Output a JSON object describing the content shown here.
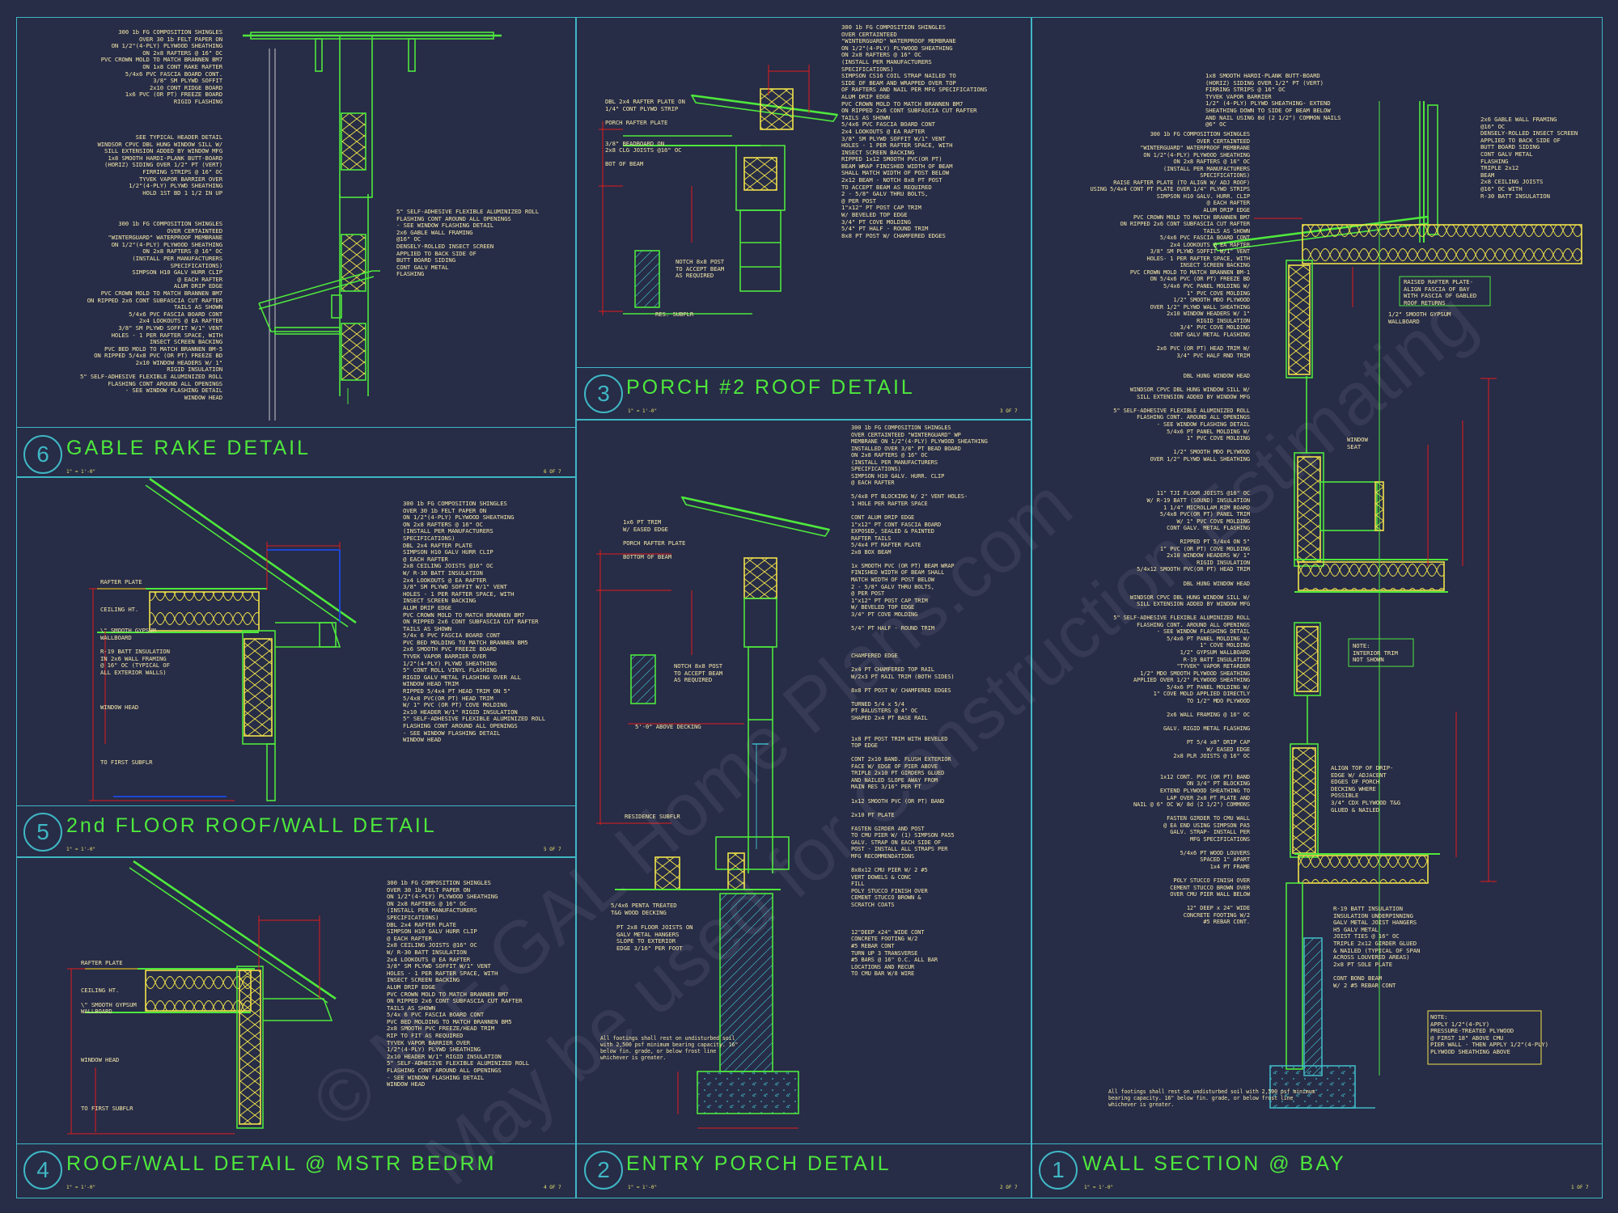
{
  "details": [
    {
      "num": "6",
      "title": "GABLE RAKE DETAIL",
      "scale": "1\" = 1'-0\"",
      "sheet": "6 OF 7"
    },
    {
      "num": "3",
      "title": "PORCH #2 ROOF DETAIL",
      "scale": "1\" = 1'-0\"",
      "sheet": "3 OF 7"
    },
    {
      "num": "5",
      "title": "2nd FLOOR ROOF/WALL DETAIL",
      "scale": "1\" = 1'-0\"",
      "sheet": "5 OF 7"
    },
    {
      "num": "4",
      "title": "ROOF/WALL DETAIL @ MSTR BEDRM",
      "scale": "1\" = 1'-0\"",
      "sheet": "4 OF 7"
    },
    {
      "num": "2",
      "title": "ENTRY PORCH DETAIL",
      "scale": "1\" = 1'-0\"",
      "sheet": "2 OF 7"
    },
    {
      "num": "1",
      "title": "WALL SECTION @ BAY",
      "scale": "1\" = 1'-0\"",
      "sheet": "1 OF 7"
    }
  ],
  "notes": {
    "d6_upper": "300 1b FG COMPOSITION SHINGLES\nOVER 30 1b FELT PAPER ON\nON 1/2\"(4-PLY) PLYWOOD SHEATHING\nON 2x8 RAFTERS @ 16\" OC\nPVC CROWN MOLD TO MATCH BRANNEN BM7\nON 1x8 CONT RAKE RAFTER\n5/4x6 PVC FASCIA BOARD CONT.\n3/8\" SM PLYWD SOFFIT\n2x10 CONT RIDGE BOARD\n1x6 PVC (OR PT) FREEZE BOARD\nRIGID FLASHING",
    "d6_mid": "SEE TYPICAL HEADER DETAIL\nWINDSOR CPVC DBL HUNG WINDOW SILL W/\nSILL EXTENSION ADDED BY WINDOW MFG\n1x8 SMOOTH HARDI-PLANK BUTT-BOARD\n(HORIZ) SIDING OVER 1/2\" PT (VERT)\nFIRRING STRIPS @ 16\" OC\nTYVEK VAPOR BARRIER OVER\n1/2\"(4-PLY) PLYWD SHEATHING\nHOLD 1ST BD 1 1/2 IN UP",
    "d6_lower": "300 1b FG COMPOSITION SHINGLES\nOVER CERTAINTEED\n\"WINTERGUARD\" WATERPROOF MEMBRANE\nON 1/2\"(4-PLY) PLYWOOD SHEATHING\nON 2x8 RAFTERS @ 16\" OC\n(INSTALL PER MANUFACTURERS\nSPECIFICATIONS)\nSIMPSON H10 GALV HURR CLIP\n@ EACH RAFTER\nALUM DRIP EDGE\nPVC CROWN MOLD TO MATCH BRANNEN BM7\nON RIPPED 2x6 CONT SUBFASCIA CUT RAFTER\nTAILS AS SHOWN\n5/4x6 PVC FASCIA BOARD CONT\n2x4 LOOKOUTS @ EA RAFTER\n3/8\" SM PLYWD SOFFIT W/1\" VENT\nHOLES - 1 PER RAFTER SPACE, WITH\nINSECT SCREEN BACKING\nPVC BED MOLD TO MATCH BRANNEN BM-5\nON RIPPED 5/4x8 PVC (OR PT) FREEZE BD\n2x10 WINDOW HEADERS W/ 1\"\nRIGID INSULATION\n5\" SELF-ADHESIVE FLEXIBLE ALUMINIZED ROLL\nFLASHING CONT AROUND ALL OPENINGS\n- SEE WINDOW FLASHING DETAIL\nWINDOW HEAD",
    "d6_right": "5\" SELF-ADHESIVE FLEXIBLE ALUMINIZED ROLL\nFLASHING CONT AROUND ALL OPENINGS\n- SEE WINDOW FLASHING DETAIL\n2x6 GABLE WALL FRAMING\n@16\" OC\nDENSELY-ROLLED INSECT SCREEN\nAPPLIED TO BACK SIDE OF\nBUTT BOARD SIDING\nCONT GALV METAL\nFLASHING",
    "d3_left": "DBL 2x4 RAFTER PLATE ON\n1/4\" CONT PLYWD STRIP\n\nPORCH RAFTER PLATE\n\n\n3/8\" BEADBOARD ON\n2x8 CLG JOISTS @16\" OC\n\nBOT OF BEAM",
    "d3_right": "300 1b FG COMPOSITION SHINGLES\nOVER CERTAINTEED\n\"WINTERGUARD\" WATERPROOF MEMBRANE\nON 1/2\"(4-PLY) PLYWOOD SHEATHING\nON 2x8 RAFTERS @ 16\" OC\n(INSTALL PER MANUFACTURERS\nSPECIFICATIONS)\nSIMPSON CS16 COIL STRAP NAILED TO\nSIDE OF BEAM AND WRAPPED OVER TOP\nOF RAFTERS AND NAIL PER MFG SPECIFICATIONS\nALUM DRIP EDGE\nPVC CROWN MOLD TO MATCH BRANNEN BM7\nON RIPPED 2x6 CONT SUBFASCIA CUT RAFTER\nTAILS AS SHOWN\n5/4x6 PVC FASCIA BOARD CONT\n2x4 LOOKOUTS @ EA RAFTER\n3/8\" SM PLYWD SOFFIT W/1\" VENT\nHOLES - 1 PER RAFTER SPACE, WITH\nINSECT SCREEN BACKING\nRIPPED 1x12 SMOOTH PVC(OR PT)\nBEAM WRAP FINISHED WIDTH OF BEAM\nSHALL MATCH WIDTH OF POST BELOW\n2x12 BEAM - NOTCH 8x8 PT POST\nTO ACCEPT BEAM AS REQUIRED\n2 - 5/8\" GALV THRU BOLTS,\n@ PER POST\n1\"x12\" PT POST CAP TRIM\nW/ BEVELED TOP EDGE\n3/4\" PT COVE MOLDING\n5/4\" PT HALF - ROUND TRIM\n8x8 PT POST W/ CHAMFERED EDGES",
    "d3_notch": "NOTCH 8x8 POST\nTO ACCEPT BEAM\nAS REQUIRED",
    "d3_bottom": "RES. SUBFLR",
    "d5_left": "RAFTER PLATE\n\n\n\nCEILING HT.\n\n\n\\\" SMOOTH GYPSUM\nWALLBOARD\n\nR-19 BATT INSULATION\nIN 2x6 WALL FRAMING\n@ 16\" OC (TYPICAL OF\nALL EXTERIOR WALLS)\n\n\n\n\nWINDOW HEAD\n\n\n\n\n\n\n\nTO FIRST SUBFLR",
    "d5_right": "300 1b FG COMPOSITION SHINGLES\nOVER 30 1b FELT PAPER ON\nON 1/2\"(4-PLY) PLYWOOD SHEATHING\nON 2x8 RAFTERS @ 16\" OC\n(INSTALL PER MANUFACTURERS\nSPECIFICATIONS)\nDBL 2x4 RAFTER PLATE\nSIMPSON H10 GALV HURR CLIP\n@ EACH RAFTER\n2x8 CEILING JOISTS @16\" OC\nW/ R-30 BATT INSULATION\n2x4 LOOKOUTS @ EA RAFTER\n3/8\" SM PLYWD SOFFIT W/1\" VENT\nHOLES - 1 PER RAFTER SPACE, WITH\nINSECT SCREEN BACKING\nALUM DRIP EDGE\nPVC CROWN MOLD TO MATCH BRANNEN BM7\nON RIPPED 2x6 CONT SUBFASCIA CUT RAFTER\nTAILS AS SHOWN\n5/4x 6 PVC FASCIA BOARD CONT\nPVC BED MOLDING TO MATCH BRANNEN BM5\n2x6 SMOOTH PVC FREEZE BOARD\nTYVEK VAPOR BARRIER OVER\n1/2\"(4-PLY) PLYWD SHEATHING\n5\" CONT ROLL VINYL FLASHING\nRIGID GALV METAL FLASHING OVER ALL\nWINDOW HEAD TRIM\nRIPPED 5/4x4 PT HEAD TRIM ON 5\"\n5/4x8 PVC(OR PT) HEAD TRIM\nW/ 1\" PVC (OR PT) COVE MOLDING\n2x10 HEADER W/1\" RIGID INSULATION\n5\" SELF-ADHESIVE FLEXIBLE ALUMINIZED ROLL\nFLASHING CONT AROUND ALL OPENINGS\n- SEE WINDOW FLASHING DETAIL\nWINDOW HEAD",
    "d4_left": "RAFTER PLATE\n\n\n\nCEILING HT.\n\n\\\" SMOOTH GYPSUM\nWALLBOARD\n\n\n\n\n\n\nWINDOW HEAD\n\n\n\n\n\n\nTO FIRST SUBFLR",
    "d4_right": "300 1b FG COMPOSITION SHINGLES\nOVER 30 1b FELT PAPER ON\nON 1/2\"(4-PLY) PLYWOOD SHEATHING\nON 2x8 RAFTERS @ 16\" OC\n(INSTALL PER MANUFACTURERS\nSPECIFICATIONS)\nDBL 2x4 RAFTER PLATE\nSIMPSON H10 GALV HURR CLIP\n@ EACH RAFTER\n2x8 CEILING JOISTS @16\" OC\nW/ R-30 BATT INSULATION\n2x4 LOOKOUTS @ EA RAFTER\n3/8\" SM PLYWD SOFFIT W/1\" VENT\nHOLES - 1 PER RAFTER SPACE, WITH\nINSECT SCREEN BACKING\nALUM DRIP EDGE\nPVC CROWN MOLD TO MATCH BRANNEN BM7\nON RIPPED 2x6 CONT SUBFASCIA CUT RAFTER\nTAILS AS SHOWN\n5/4x 6 PVC FASCIA BOARD CONT\nPVC BED MOLDING TO MATCH BRANNEN BM5\n2x8 SMOOTH PVC FREEZE/HEAD TRIM\nRIP TO FIT AS REQUIRED\nTYVEK VAPOR BARRIER OVER\n1/2\"(4-PLY) PLYWD SHEATHING\n2x10 HEADER W/1\" RIGID INSULATION\n5\" SELF-ADHESIVE FLEXIBLE ALUMINIZED ROLL\nFLASHING CONT AROUND ALL OPENINGS\n- SEE WINDOW FLASHING DETAIL\nWINDOW HEAD",
    "d2_top_left": "1x6 PT TRIM\nW/ EASED EDGE\n\nPORCH RAFTER PLATE\n\nBOTTOM OF BEAM",
    "d2_notch": "NOTCH 8x8 POST\nTO ACCEPT BEAM\nAS REQUIRED",
    "d2_decking_lbl": "5'-0\" ABOVE DECKING",
    "d2_res_subflr": "RESIDENCE SUBFLR",
    "d2_penta": "5/4x6 PENTA TREATED\nT&G WOOD DECKING",
    "d2_joists": "PT 2x8 FLOOR JOISTS ON\nGALV METAL HANGERS\nSLOPE TO EXTERIOR\nEDGE 3/16\" PER FOOT",
    "d2_footnote": "All footings shall rest on undisturbed soil\nwith 2,500 psf minimum bearing capacity. 16\"\nbelow fin. grade, or below frost line\nwhichever is greater.",
    "d2_right": "300 1b FG COMPOSITION SHINGLES\nOVER CERTAINTEED \"WINTERGUARD\" WP\nMEMBRANE ON 1/2\"(4-PLY) PLYWOOD SHEATHING\nINSTALLED OVER 3/8\" PT BEAD BOARD\nON 2x8 RAFTERS @ 16\" OC\n(INSTALL PER MANUFACTURERS\nSPECIFICATIONS)\nSIMPSON H10 GALV. HURR. CLIP\n@ EACH RAFTER\n\n5/4x8 PT BLOCKING W/ 2\" VENT HOLES-\n1 HOLE PER RAFTER SPACE\n\nCONT ALUM DRIP EDGE\n1\"x12\" PT CONT FASCIA BOARD\nEXPOSED, SEALED & PAINTED\nRAFTER TAILS\n5/4x4 PT RAFTER PLATE\n2x8 BOX BEAM\n\n1x SMOOTH PVC (OR PT) BEAM WRAP\nFINISHED WIDTH OF BEAM SHALL\nMATCH WIDTH OF POST BELOW\n2 - 5/8\" GALV THRU BOLTS,\n@ PER POST\n1\"x12\" PT POST CAP TRIM\nW/ BEVELED TOP EDGE\n3/4\" PT COVE MOLDING\n\n5/4\" PT HALF - ROUND TRIM\n\n\n\nCHAMFERED EDGE\n\n2x4 PT CHAMFERED TOP RAIL\nW/2x3 PT RAIL TRIM (BOTH SIDES)\n\n8x8 PT POST W/ CHAMFERED EDGES\n\nTURNED 5/4 x 5/4\nPT BALUSTERS @ 4\" OC\nSHAPED 2x4 PT BASE RAIL\n\n\n1x8 PT POST TRIM WITH BEVELED\nTOP EDGE\n\nCONT 2x10 BAND. FLUSH EXTERIOR\nFACE W/ EDGE OF PIER ABOVE\nTRIPLE 2x10 PT GIRDERS GLUED\nAND NAILED SLOPE AWAY FROM\nMAIN RES 3/16\" PER FT\n\n1x12 SMOOTH PVC (OR PT) BAND\n\n2x10 PT PLATE\n\nFASTEN GIRDER AND POST\nTO CMU PIER W/ (1) SIMPSON PA55\nGALV. STRAP ON EACH SIDE OF\nPOST - INSTALL ALL STRAPS PER\nMFG RECOMMENDATIONS\n\n8x8x12 CMU PIER W/ 2 #5\nVERT DOWELS & CONC\nFILL\nPOLY STUCCO FINISH OVER\nCEMENT STUCCO BROWN &\nSCRATCH COATS\n\n\n\n12\"DEEP x24\" WIDE CONT\nCONCRETE FOOTING W/2\n#5 REBAR CONT\nTURN UP 3 TRANSVERSE\n#5 BARS @ 16\" O.C. ALL BAR\nLOCATIONS AND RECUR\nTO CMU BAR W/8 WIRE",
    "d1_top_right": "1x8 SMOOTH HARDI-PLANK BUTT-BOARD\n(HORIZ) SIDING OVER 1/2\" PT (VERT)\nFIRRING STRIPS @ 16\" OC\nTYVEK VAPOR BARRIER\n1/2\" (4-PLY) PLYWD SHEATHING- EXTEND\nSHEATHING DOWN TO SIDE OF BEAM BELOW\nAND NAIL USING 8d (2 1/2\") COMMON NAILS\n@6\" OC",
    "d1_right_a": "2x6 GABLE WALL FRAMING\n@16\" OC\nDENSELY-ROLLED INSECT SCREEN\nAPPLIED TO BACK SIDE OF\nBUTT BOARD SIDING\nCONT GALV METAL\nFLASHING\nTRIPLE 2x12\nBEAM\n2x8 CEILING JOISTS\n@16\" OC WITH\nR-30 BATT INSULATION",
    "d1_raised": "RAISED RAFTER PLATE-\nALIGN FASCIA OF BAY\nWITH FASCIA OF GABLED\nROOF RETURNS",
    "d1_gyp": "1/2\" SMOOTH GYPSUM\nWALLBOARD",
    "d1_window_seat": "WINDOW\nSEAT",
    "d1_note_trim": "NOTE:\nINTERIOR TRIM\nNOT SHOWN",
    "d1_left": "300 1b FG COMPOSITION SHINGLES\nOVER CERTAINTEED\n\"WINTERGUARD\" WATERPROOF MEMBRANE\nON 1/2\"(4-PLY) PLYWOOD SHEATHING\nON 2x8 RAFTERS @ 16\" OC\n(INSTALL PER MANUFACTURERS\nSPECIFICATIONS)\nRAISE RAFTER PLATE (TO ALIGN W/ ADJ ROOF)\nUSING 5/4x4 CONT PT PLATE OVER 1/4\" PLYWD STRIPS\nSIMPSON H10 GALV. HURR. CLIP\n@ EACH RAFTER\nALUM DRIP EDGE\nPVC CROWN MOLD TO MATCH BRANNEN BM7\nON RIPPED 2x6 CONT SUBFASCIA CUT RAFTER\nTAILS AS SHOWN\n5/4x6 PVC FASCIA BOARD CONT\n2x4 LOOKOUTS @ EA RAFTER\n3/8\" SM PLYWD SOFFIT W/1\" VENT\nHOLES- 1 PER RAFTER SPACE, WITH\nINSECT SCREEN BACKING\nPVC CROWN MOLD TO MATCH BRANNEN BM-1\nON 5/4x6 PVC (OR PT) FREEZE BD\n5/4x6 PVC PANEL MOLDING W/\n1\" PVC COVE MOLDING\n1/2\" SMOOTH MDO PLYWOOD\nOVER 1/2\" PLYWD WALL SHEATHING\n2x10 WINDOW HEADERS W/ 1\"\nRIGID INSULATION\n3/4\" PVC COVE MOLDING\nCONT GALV METAL FLASHING\n\n2x6 PVC (OR PT) HEAD TRIM W/\n3/4\" PVC HALF RND TRIM\n\n\nDBL HUNG WINDOW HEAD\n\nWINDSOR CPVC DBL HUNG WINDOW SILL W/\nSILL EXTENSION ADDED BY WINDOW MFG\n\n5\" SELF-ADHESIVE FLEXIBLE ALUMINIZED ROLL\nFLASHING CONT. AROUND ALL OPENINGS\n- SEE WINDOW FLASHING DETAIL\n5/4x6 PT PANEL MOLDING W/\n1\" PVC COVE MOLDING\n\n1/2\" SMOOTH MDO PLYWOOD\nOVER 1/2\" PLYWD WALL SHEATHING\n\n\n\n\n11\" TJI FLOOR JOISTS @16\" OC\nW/ R-19 BATT (SOUND) INSULATION\n1 1/4\" MICROLLAM RIM BOARD\n5/4x8 PVC(OR PT) PANEL TRIM\nW/ 1\" PVC COVE MOLDING\nCONT GALV. METAL FLASHING\n\nRIPPED PT 5/4x4 ON 5\"\n1\" PVC (OR PT) COVE MOLDING\n2x10 WINDOW HEADERS W/ 1\"\nRIGID INSULATION\n5/4x12 SMOOTH PVC(OR PT) HEAD TRIM\n\nDBL HUNG WINDOW HEAD\n\nWINDSOR CPVC DBL HUNG WINDOW SILL W/\nSILL EXTENSION ADDED BY WINDOW MFG\n\n5\" SELF-ADHESIVE FLEXIBLE ALUMINIZED ROLL\nFLASHING CONT. AROUND ALL OPENINGS\n- SEE WINDOW FLASHING DETAIL\n5/4x6 PT PANEL MOLDING W/\n1\" COVE MOLDING\n1/2\" GYPSUM WALLBOARD\nR-19 BATT INSULATION\n\"TYVEK\" VAPOR RETARDER\n1/2\" MDO SMOOTH PLYWOOD SHEATHING\nAPPLIED OVER 1/2\" PLYWOOD SHEATHING\n5/4x6 PT PANEL MOLDING W/\n1\" COVE MOLD APPLIED DIRECTLY\nTO 1/2\" MDO PLYWOOD\n\n2x6 WALL FRAMING @ 16\" OC\n\nGALV. RIGID METAL FLASHING\n\nPT 5/4 x8\" DRIP CAP\nW/ EASED EDGE\n2x8 PLR JOISTS @ 16\" OC\n\n\n1x12 CONT. PVC (OR PT) BAND\nON 3/4\" PT BLOCKING\nEXTEND PLYWOOD SHEATHING TO\nLAP OVER 2x8 PT PLATE AND\nNAIL @ 6\" OC W/ 8d (2 1/2\") COMMONS\n\nFASTEN GIRDER TO CMU WALL\n@ EA END USING SIMPSON PA5\nGALV. STRAP- INSTALL PER\nMFG SPECIFICATIONS\n\n5/4x6 PT WOOD LOUVERS\nSPACED 1\" APART\n1x4 PT FRAME\n\nPOLY STUCCO FINISH OVER\nCEMENT STUCCO BROWN OVER\nOVER CMU PIER WALL BELOW\n\n12\" DEEP x 24\" WIDE\nCONCRETE FOOTING W/2\n#5 REBAR CONT.",
    "d1_right_b": "ALIGN TOP OF DRIP-\nEDGE W/ ADJACENT\nEDGES OF PORCH\nDECKING WHERE\nPOSSIBLE\n3/4\" CDX PLYWOOD T&G\nGLUED & NAILED",
    "d1_right_c": "R-19 BATT INSULATION\nINSULATION UNDERPINNING\nGALV METAL JOIST HANGERS\nH5 GALV METAL\nJOIST TIES @ 16\" OC\nTRIPLE 2x12 GIRDER GLUED\n& NAILED (TYPICAL OF SPAN\nACROSS LOUVERED AREAS)\n2x8 PT SOLE PLATE\n\nCONT BOND BEAM\nW/ 2 #5 REBAR CONT",
    "d1_note_box": "NOTE:\nAPPLY 1/2\"(4-PLY)\nPRESSURE-TREATED PLYWOOD\n@ FIRST 18\" ABOVE CMU\nPIER WALL - THEN APPLY 1/2\"(4-PLY)\nPLYWOOD SHEATHING ABOVE",
    "d1_footnote": "All footings shall rest on undisturbed soil with 2,500 psf minimum\nbearing capacity. 16\" below fin. grade, or below frost line\nwhichever is greater."
  },
  "watermark": {
    "line1": "© M.E.GAL Home Plans.com",
    "line2": "May be used for Construction Estimating"
  },
  "colors": {
    "background": "#272c47",
    "frame": "#3fb7c4",
    "title": "#4ee83c",
    "text": "#f2e6a8",
    "dimension": "#e21b1b",
    "structure": "#4ee83c",
    "insulation": "#f0e24a"
  }
}
